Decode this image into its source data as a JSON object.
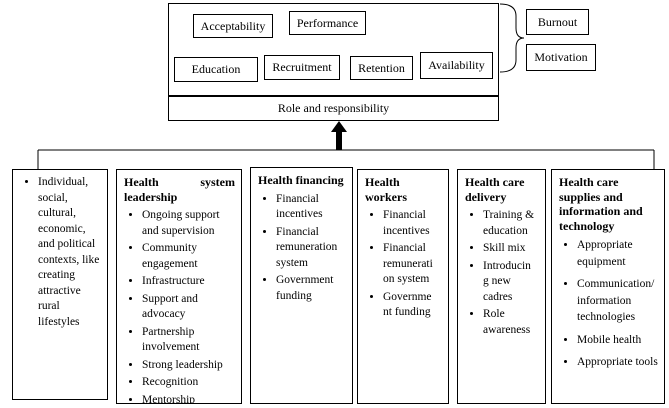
{
  "top_factors": [
    "Acceptability",
    "Performance",
    "Education",
    "Recruitment",
    "Retention",
    "Availability"
  ],
  "outcomes": [
    "Burnout",
    "Motivation"
  ],
  "role_label": "Role and responsibility",
  "columns": [
    {
      "title": "",
      "items": [
        "Individual, social, cultural, economic, and political contexts, like creating attractive rural lifestyles"
      ]
    },
    {
      "title": "Health system leadership",
      "items": [
        "Ongoing support and supervision",
        "Community engagement",
        "Infrastructure",
        "Support and advocacy",
        "Partnership involvement",
        "Strong leadership",
        "Recognition",
        "Mentorship"
      ]
    },
    {
      "title": "Health financing",
      "items": [
        "Financial incentives",
        "Financial remuneration system",
        "Government funding"
      ]
    },
    {
      "title": "Health workers",
      "items": [
        "Financial incentives",
        "Financial remunerati on system",
        "Governme nt funding"
      ]
    },
    {
      "title": "Health care delivery",
      "items": [
        "Training & education",
        "Skill mix",
        "Introducin g new cadres",
        "Role awareness"
      ]
    },
    {
      "title": "Health care supplies and information and technology",
      "items": [
        "Appropriate equipment",
        "Communication/ information technologies",
        "Mobile health",
        "Appropriate tools"
      ]
    }
  ]
}
